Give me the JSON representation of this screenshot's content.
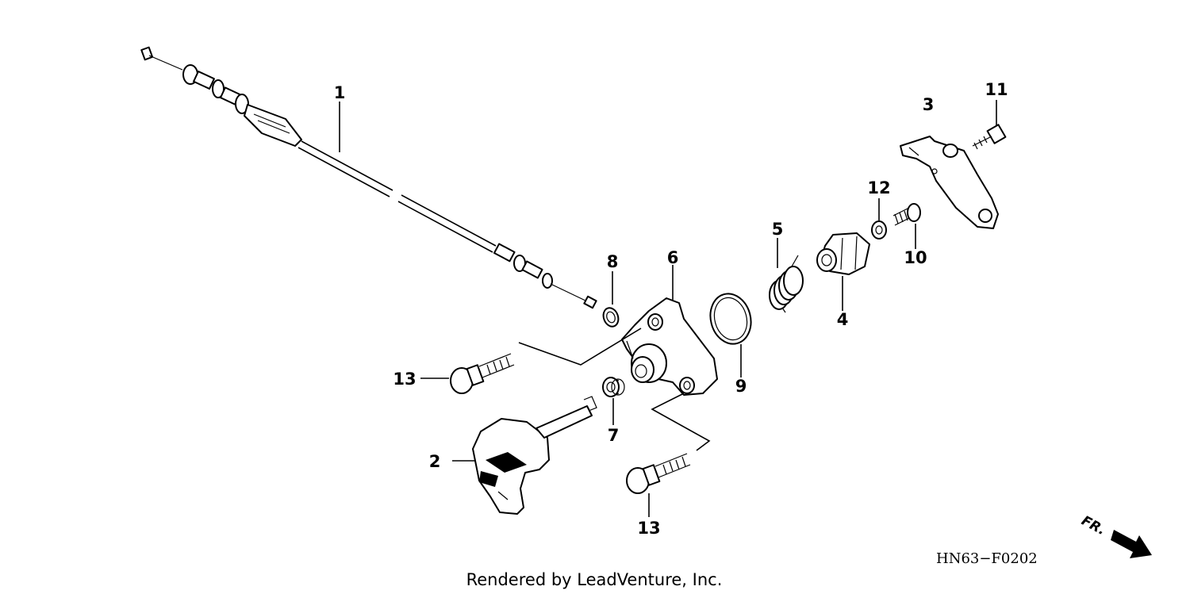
{
  "diagram": {
    "callouts": [
      {
        "id": "1",
        "label": "1"
      },
      {
        "id": "2",
        "label": "2"
      },
      {
        "id": "3",
        "label": "3"
      },
      {
        "id": "4",
        "label": "4"
      },
      {
        "id": "5",
        "label": "5"
      },
      {
        "id": "6",
        "label": "6"
      },
      {
        "id": "7",
        "label": "7"
      },
      {
        "id": "8",
        "label": "8"
      },
      {
        "id": "9",
        "label": "9"
      },
      {
        "id": "10",
        "label": "10"
      },
      {
        "id": "11",
        "label": "11"
      },
      {
        "id": "12",
        "label": "12"
      },
      {
        "id": "13a",
        "label": "13"
      },
      {
        "id": "13b",
        "label": "13"
      }
    ],
    "diagram_code": "HN63−F0202",
    "direction_label": "FR.",
    "credit": "Rendered by LeadVenture, Inc."
  }
}
